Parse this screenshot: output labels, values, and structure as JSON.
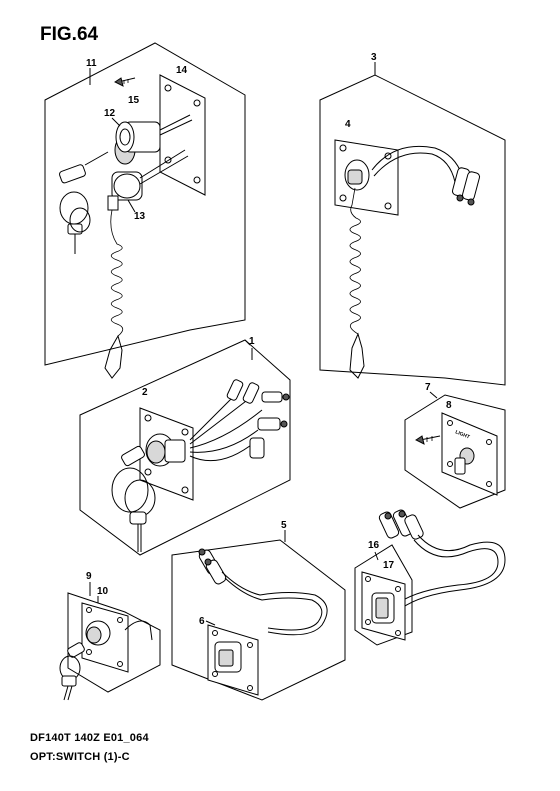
{
  "figure": {
    "title": "FIG.64",
    "code": "DF140T 140Z E01_064",
    "caption": "OPT:SWITCH (1)-C"
  },
  "callouts": {
    "c1": "1",
    "c2": "2",
    "c3": "3",
    "c4": "4",
    "c5": "5",
    "c6": "6",
    "c7": "7",
    "c8": "8",
    "c9": "9",
    "c10": "10",
    "c11": "11",
    "c12": "12",
    "c13": "13",
    "c14": "14",
    "c15": "15",
    "c16": "16",
    "c17": "17"
  },
  "switch_plate_label": "LIGHT"
}
